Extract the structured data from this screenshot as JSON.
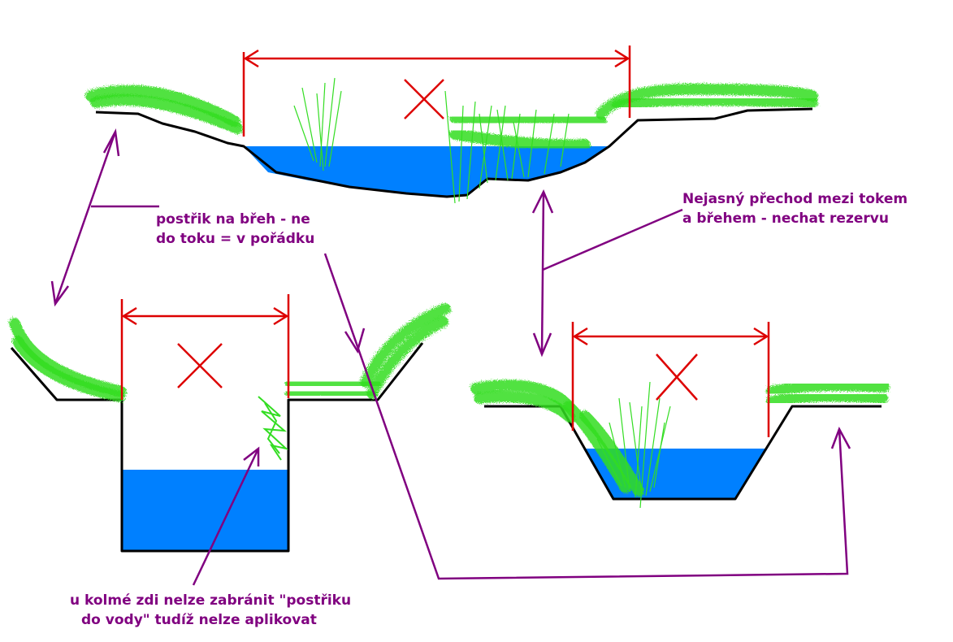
{
  "labels": {
    "spray_on_bank": {
      "line1": "postřik na břeh - ne",
      "line2": "do toku = v pořádku"
    },
    "unclear_transition": {
      "line1": "Nejasný přechod mezi tokem",
      "line2": "a břehem - nechat rezervu"
    },
    "vertical_wall": {
      "line1": "u kolmé zdi nelze zabránit \"postřiku",
      "line2": "do vody\" tudíž nelze aplikovat"
    }
  },
  "colors": {
    "water": "#0080ff",
    "grass": "#33dd22",
    "ground": "#000000",
    "dimension": "#dd0000",
    "annotation": "#800080"
  }
}
